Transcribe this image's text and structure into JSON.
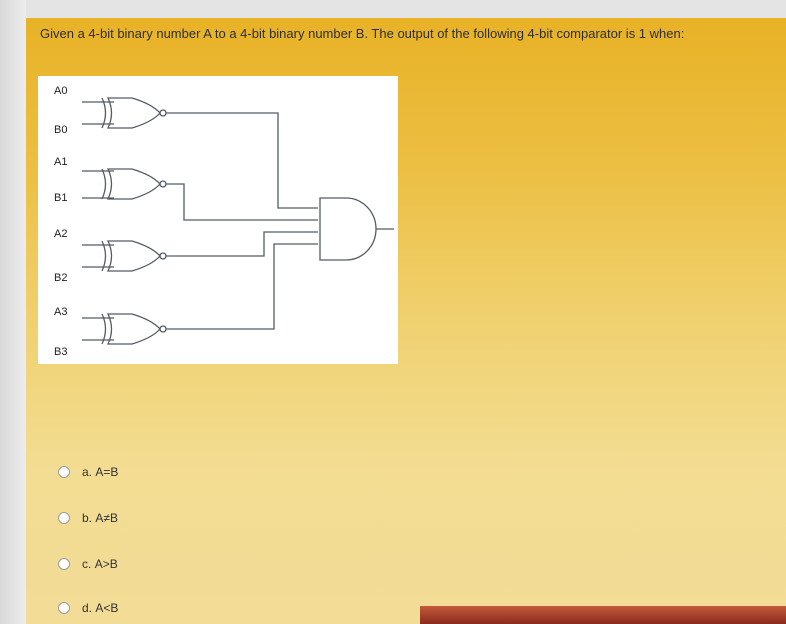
{
  "question": {
    "text": "Given a 4-bit binary number A to a 4-bit binary number B. The output of the following 4-bit comparator is 1 when:"
  },
  "diagram": {
    "input_labels": [
      "A0",
      "B0",
      "A1",
      "B1",
      "A2",
      "B2",
      "A3",
      "B3"
    ]
  },
  "options": [
    {
      "letter": "a.",
      "text": "A=B"
    },
    {
      "letter": "b.",
      "text": "A≠B"
    },
    {
      "letter": "c.",
      "text": "A>B"
    },
    {
      "letter": "d.",
      "text": "A<B"
    }
  ],
  "colors": {
    "panel_top": "#e8b226",
    "panel_bottom": "#f2dc96",
    "wire": "#555a66"
  }
}
